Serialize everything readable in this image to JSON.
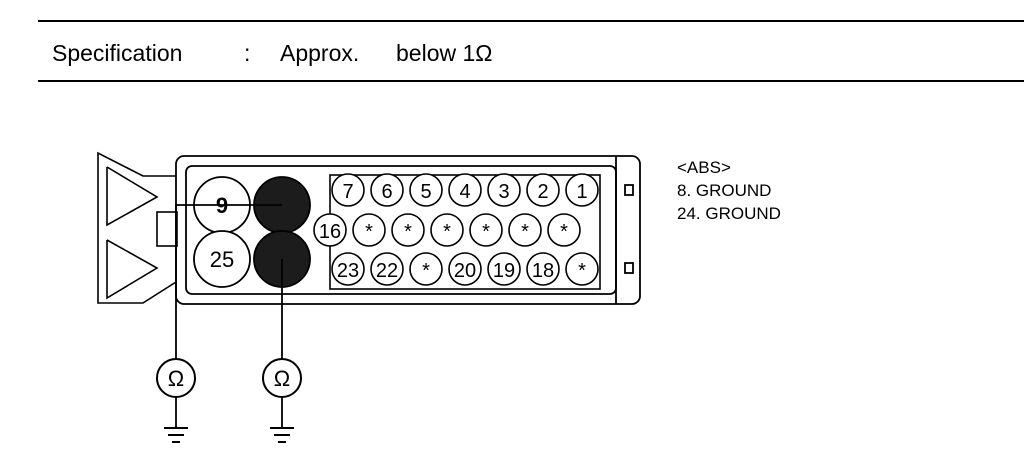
{
  "specification": {
    "label": "Specification",
    "separator": ":",
    "value_prefix": "Approx.",
    "value": "below 1Ω"
  },
  "legend": {
    "title": "<ABS>",
    "items": [
      "8. GROUND",
      "24. GROUND"
    ]
  },
  "connector": {
    "large_pins": [
      "9",
      "25"
    ],
    "row1": [
      "7",
      "6",
      "5",
      "4",
      "3",
      "2",
      "1"
    ],
    "row2": [
      "16",
      "*",
      "*",
      "*",
      "*",
      "*",
      "*"
    ],
    "row3": [
      "23",
      "22",
      "*",
      "20",
      "19",
      "18",
      "*"
    ]
  },
  "meters": [
    {
      "symbol": "Ω"
    },
    {
      "symbol": "Ω"
    }
  ]
}
